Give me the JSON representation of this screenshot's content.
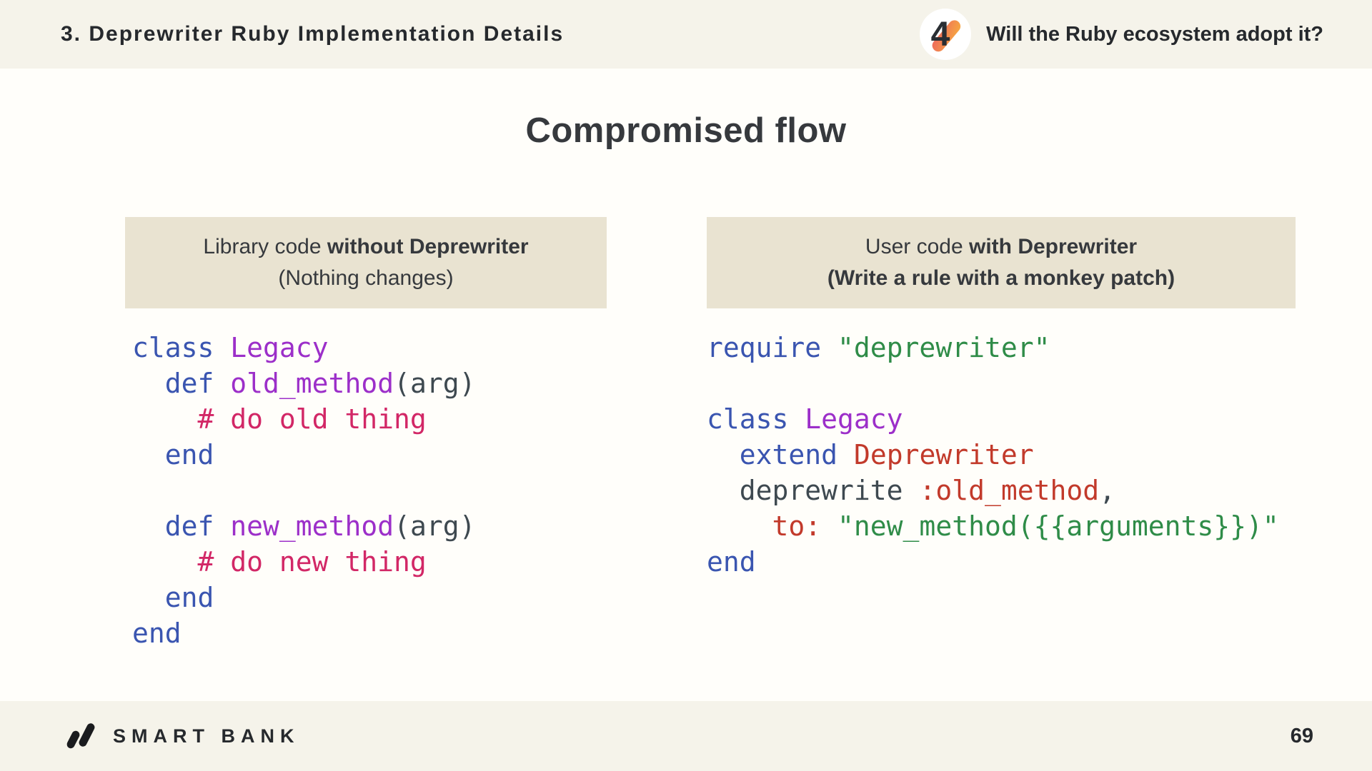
{
  "header": {
    "title": "3. Deprewriter Ruby Implementation Details",
    "badge_number": "4",
    "question": "Will the Ruby ecosystem adopt it?"
  },
  "slide": {
    "title": "Compromised flow"
  },
  "footer": {
    "brand": "SMART BANK",
    "page_number": "69"
  },
  "colors": {
    "bg": "#fffefa",
    "band": "#f5f3ea",
    "boxBg": "#e9e3d1",
    "ink": "#26292d",
    "titleInk": "#36393d",
    "pl": "#3e4950",
    "kw": "#3a55b0",
    "cls": "#9c2fc9",
    "com": "#d22766",
    "str": "#2f8c48",
    "constRed": "#c23a2b",
    "badgeGradTop": "#f6a93f",
    "badgeGradBottom": "#ee685e",
    "logoBlack": "#1a1b1e"
  },
  "columns": [
    {
      "id": "library-code",
      "header_lines": [
        [
          {
            "text": "Library code ",
            "bold": false
          },
          {
            "text": "without Deprewriter",
            "bold": true
          }
        ],
        [
          {
            "text": "(Nothing changes)",
            "bold": false
          }
        ]
      ],
      "code": [
        [
          {
            "t": "class",
            "c": "kw"
          },
          {
            "t": " ",
            "c": "pl"
          },
          {
            "t": "Legacy",
            "c": "cls"
          }
        ],
        [
          {
            "t": "  ",
            "c": "pl"
          },
          {
            "t": "def",
            "c": "kw"
          },
          {
            "t": " ",
            "c": "pl"
          },
          {
            "t": "old_method",
            "c": "cls"
          },
          {
            "t": "(arg)",
            "c": "pl"
          }
        ],
        [
          {
            "t": "    ",
            "c": "pl"
          },
          {
            "t": "# do old thing",
            "c": "com"
          }
        ],
        [
          {
            "t": "  ",
            "c": "pl"
          },
          {
            "t": "end",
            "c": "kw"
          }
        ],
        [],
        [
          {
            "t": "  ",
            "c": "pl"
          },
          {
            "t": "def",
            "c": "kw"
          },
          {
            "t": " ",
            "c": "pl"
          },
          {
            "t": "new_method",
            "c": "cls"
          },
          {
            "t": "(arg)",
            "c": "pl"
          }
        ],
        [
          {
            "t": "    ",
            "c": "pl"
          },
          {
            "t": "# do new thing",
            "c": "com"
          }
        ],
        [
          {
            "t": "  ",
            "c": "pl"
          },
          {
            "t": "end",
            "c": "kw"
          }
        ],
        [
          {
            "t": "end",
            "c": "kw"
          }
        ]
      ]
    },
    {
      "id": "user-code",
      "header_lines": [
        [
          {
            "text": "User code ",
            "bold": false
          },
          {
            "text": "with Deprewriter",
            "bold": true
          }
        ],
        [
          {
            "text": "(Write a rule with a monkey patch)",
            "bold": true
          }
        ]
      ],
      "code": [
        [
          {
            "t": "require",
            "c": "kw"
          },
          {
            "t": " ",
            "c": "pl"
          },
          {
            "t": "\"deprewriter\"",
            "c": "str"
          }
        ],
        [],
        [
          {
            "t": "class",
            "c": "kw"
          },
          {
            "t": " ",
            "c": "pl"
          },
          {
            "t": "Legacy",
            "c": "cls"
          }
        ],
        [
          {
            "t": "  ",
            "c": "pl"
          },
          {
            "t": "extend",
            "c": "kw"
          },
          {
            "t": " ",
            "c": "pl"
          },
          {
            "t": "Deprewriter",
            "c": "const"
          }
        ],
        [
          {
            "t": "  ",
            "c": "pl"
          },
          {
            "t": "deprewrite",
            "c": "pl"
          },
          {
            "t": " ",
            "c": "pl"
          },
          {
            "t": ":old_method",
            "c": "sym"
          },
          {
            "t": ",",
            "c": "pl"
          }
        ],
        [
          {
            "t": "    ",
            "c": "pl"
          },
          {
            "t": "to:",
            "c": "sym"
          },
          {
            "t": " ",
            "c": "pl"
          },
          {
            "t": "\"new_method({{arguments}})\"",
            "c": "str"
          }
        ],
        [
          {
            "t": "end",
            "c": "kw"
          }
        ]
      ]
    }
  ]
}
